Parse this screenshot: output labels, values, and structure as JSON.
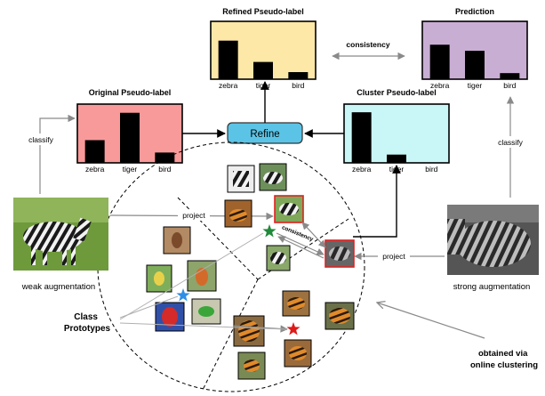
{
  "panels": {
    "refined": {
      "title": "Refined Pseudo-label",
      "fill": "#fde8a8",
      "bars": [
        {
          "label": "zebra",
          "value": 0.76
        },
        {
          "label": "tiger",
          "value": 0.34
        },
        {
          "label": "bird",
          "value": 0.14
        }
      ]
    },
    "prediction": {
      "title": "Prediction",
      "fill": "#c9aed4",
      "bars": [
        {
          "label": "zebra",
          "value": 0.68
        },
        {
          "label": "tiger",
          "value": 0.56
        },
        {
          "label": "bird",
          "value": 0.12
        }
      ]
    },
    "original": {
      "title": "Original Pseudo-label",
      "fill": "#f99a9a",
      "bars": [
        {
          "label": "zebra",
          "value": 0.44
        },
        {
          "label": "tiger",
          "value": 0.97
        },
        {
          "label": "bird",
          "value": 0.2
        }
      ]
    },
    "cluster": {
      "title": "Cluster Pseudo-label",
      "fill": "#c9f7f7",
      "bars": [
        {
          "label": "zebra",
          "value": 0.98
        },
        {
          "label": "tiger",
          "value": 0.16
        },
        {
          "label": "bird",
          "value": 0.0
        }
      ]
    }
  },
  "labels": {
    "consistency_top": "consistency",
    "refine": "Refine",
    "classify_left": "classify",
    "classify_right": "classify",
    "project_left": "project",
    "project_right": "project",
    "consistency_mid": "consistency",
    "weak_augmentation": "weak augmentation",
    "strong_augmentation": "strong augmentation",
    "class_prototypes": [
      "Class",
      "Prototypes"
    ],
    "online_clustering": [
      "obtained via",
      "online clustering"
    ]
  },
  "colors": {
    "refine_button": "#5bc4e6",
    "arrow_gray": "#8a8a8a",
    "star_blue": "#2f8fe6",
    "star_green": "#1f8a3a",
    "star_red": "#e01818",
    "highlight_border": "#e02020"
  }
}
